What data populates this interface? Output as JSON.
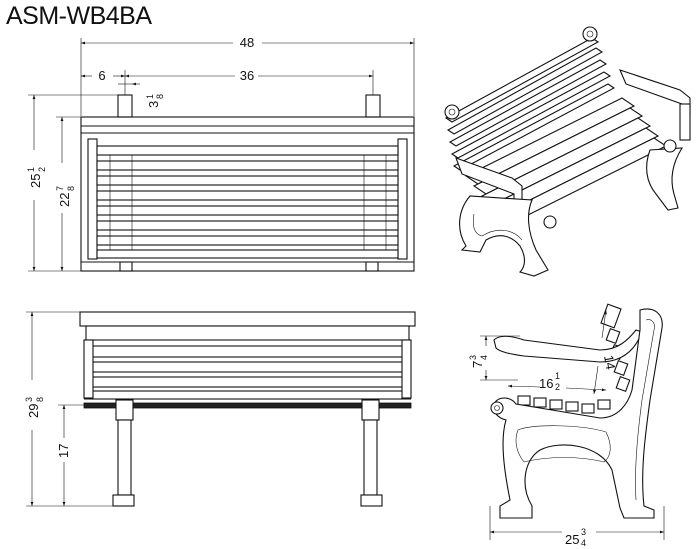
{
  "model": "ASM-WB4BA",
  "dimensions": {
    "top_overall_width": "48",
    "top_edge_offset": "6",
    "top_post_spacing": "36",
    "top_post_size": "3",
    "top_post_size_frac_num": "1",
    "top_post_size_frac_den": "8",
    "overall_depth": "25",
    "overall_depth_frac_num": "1",
    "overall_depth_frac_den": "2",
    "seat_depth": "22",
    "seat_depth_frac_num": "7",
    "seat_depth_frac_den": "8",
    "front_height": "29",
    "front_height_frac_num": "3",
    "front_height_frac_den": "8",
    "seat_height": "17",
    "side_back_height": "7",
    "side_back_height_frac_num": "3",
    "side_back_height_frac_den": "4",
    "side_seat_length": "16",
    "side_seat_length_frac_num": "1",
    "side_seat_length_frac_den": "2",
    "side_back_length": "14",
    "side_width": "25",
    "side_width_frac_num": "3",
    "side_width_frac_den": "4"
  }
}
